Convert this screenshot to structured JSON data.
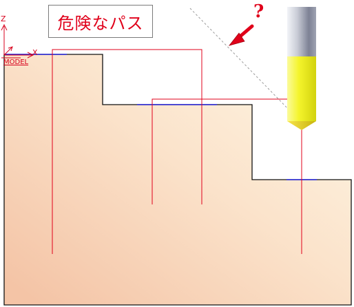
{
  "title": "危険なパス",
  "annotation": "?",
  "axes": {
    "z": "Z",
    "x": "X",
    "view": "MODEL"
  },
  "colors": {
    "toolpath": "#e0001a",
    "section_line": "#2222dd",
    "tool_body": "#f2f228",
    "tool_shank": "#d0d3dc",
    "arrow": "#e0001a",
    "workpiece_light": "#fdf4e2",
    "workpiece_dark": "#f6c9ac"
  },
  "icons": {
    "tool": "end-mill-tool-icon",
    "arrow": "warning-arrow-icon"
  }
}
